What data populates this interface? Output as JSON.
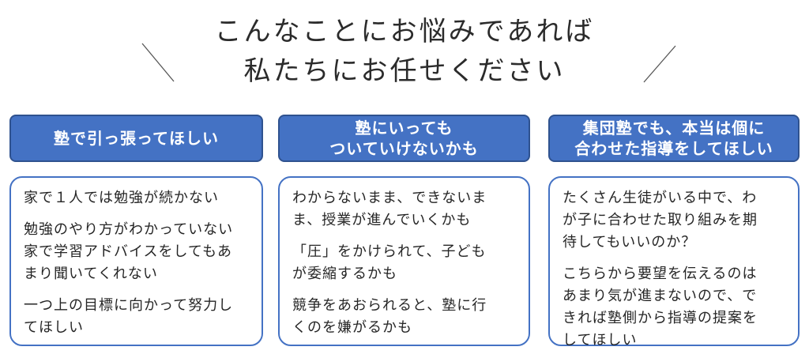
{
  "heading": {
    "line1": "こんなことにお悩みであれば",
    "line2": "私たちにお任せください"
  },
  "columns": [
    {
      "header": [
        "塾で引っ張ってほしい"
      ],
      "paragraphs": [
        [
          "家で１人では勉強が続かない"
        ],
        [
          "勉強のやり方がわかっていない",
          "家で学習アドバイスをしてもあ",
          "まり聞いてくれない"
        ],
        [
          "一つ上の目標に向かって努力し",
          "てほしい"
        ]
      ]
    },
    {
      "header": [
        "塾にいっても",
        "ついていけないかも"
      ],
      "paragraphs": [
        [
          "わからないまま、できないま",
          "ま、授業が進んでいくかも"
        ],
        [
          "「圧」をかけられて、子ども",
          "が委縮するかも"
        ],
        [
          "競争をあおられると、塾に行",
          "くのを嫌がるかも"
        ]
      ]
    },
    {
      "header": [
        "集団塾でも、本当は個に",
        "合わせた指導をしてほしい"
      ],
      "paragraphs": [
        [
          "たくさん生徒がいる中で、わ",
          "が子に合わせた取り組みを期",
          "待してもいいのか？"
        ],
        [
          "こちらから要望を伝えるのは",
          "あまり気が進まないので、で",
          "きれば塾側から指導の提案を",
          "してほしい"
        ]
      ]
    }
  ],
  "colors": {
    "header_fill": "#4472c4",
    "header_border": "#2f528f",
    "box_border": "#4472c4",
    "text": "#262626"
  }
}
